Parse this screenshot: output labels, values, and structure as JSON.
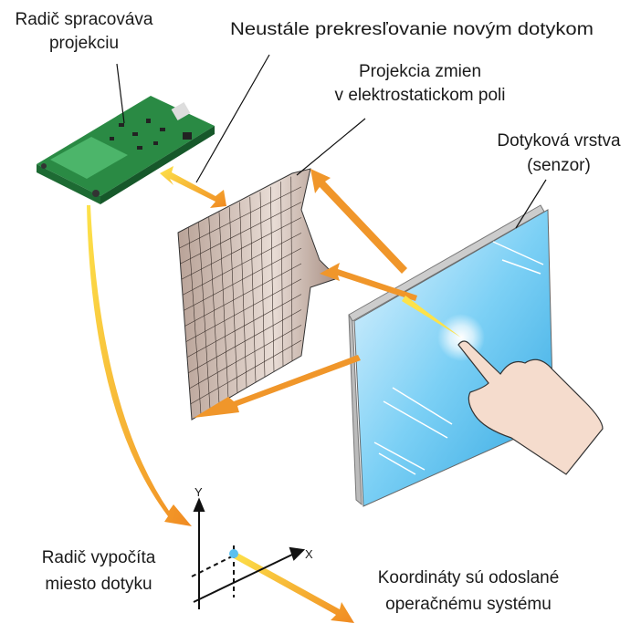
{
  "labels": {
    "controller_processing": [
      "Radič spracováva",
      "projekciu"
    ],
    "redraw": "Neustále prekresľovanie novým dotykom",
    "projection": [
      "Projekcia zmien",
      "v elektrostatickom poli"
    ],
    "touch_layer": [
      "Dotyková vrstva",
      "(senzor)"
    ],
    "controller_computes": [
      "Radič vypočíta",
      "miesto dotyku"
    ],
    "coordinates_sent": [
      "Koordináty sú odoslané",
      "operačnému systému"
    ]
  },
  "axes": {
    "y": "Y",
    "x": "X"
  },
  "colors": {
    "arrow": "#f0962a",
    "arrow_light": "#fde24a",
    "pcb": "#2f9a4e",
    "screen": "#3fb0e6",
    "mesh": "#cdbab0"
  }
}
